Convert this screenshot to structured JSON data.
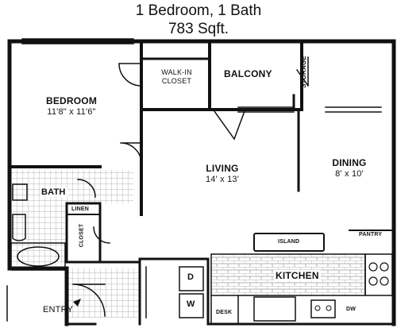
{
  "header": {
    "unit_type": "1 Bedroom, 1 Bath",
    "area": "783 Sqft."
  },
  "rooms": {
    "walk_in_closet": {
      "line1": "WALK-IN",
      "line2": "CLOSET"
    },
    "balcony": "BALCONY",
    "storage": "STORAGE",
    "bedroom": {
      "name": "BEDROOM",
      "dims": "11'8\" x 11'6\""
    },
    "living": {
      "name": "LIVING",
      "dims": "14' x 13'"
    },
    "dining": {
      "name": "DINING",
      "dims": "8' x 10'"
    },
    "bath": "BATH",
    "linen": "LINEN",
    "closet": "CLOSET",
    "island": "ISLAND",
    "pantry": "PANTRY",
    "kitchen": "KITCHEN",
    "dryer": "D",
    "washer": "W",
    "desk": "DESK",
    "dishwasher": "DW",
    "entry": "ENTRY"
  }
}
